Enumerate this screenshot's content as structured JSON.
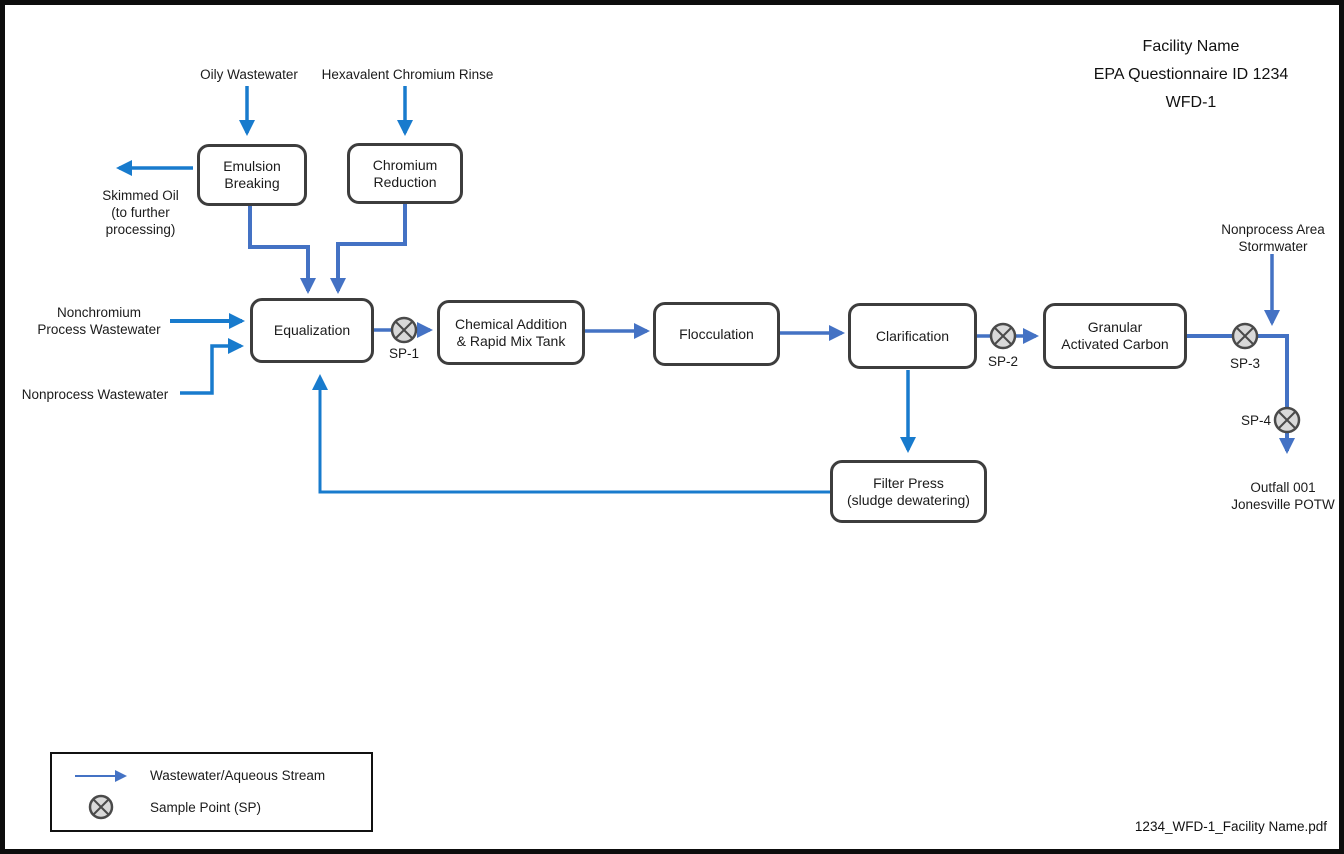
{
  "header": {
    "facility_name": "Facility Name",
    "questionnaire_id": "EPA Questionnaire ID 1234",
    "diagram_id": "WFD-1"
  },
  "footer": {
    "filename": "1234_WFD-1_Facility Name.pdf"
  },
  "boxes": {
    "emulsion_breaking": {
      "label": "Emulsion\nBreaking"
    },
    "chromium_reduction": {
      "label": "Chromium\nReduction"
    },
    "equalization": {
      "label": "Equalization"
    },
    "chemical_addition": {
      "label": "Chemical Addition\n& Rapid Mix Tank"
    },
    "flocculation": {
      "label": "Flocculation"
    },
    "clarification": {
      "label": "Clarification"
    },
    "granular_activated_carbon": {
      "label": "Granular\nActivated Carbon"
    },
    "filter_press": {
      "label": "Filter Press\n(sludge dewatering)"
    }
  },
  "streams": {
    "oily_wastewater": {
      "label": "Oily Wastewater"
    },
    "hexavalent_chromium_rinse": {
      "label": "Hexavalent Chromium Rinse"
    },
    "skimmed_oil": {
      "label": "Skimmed Oil\n(to further\nprocessing)"
    },
    "nonchromium_process_wastewater": {
      "label": "Nonchromium\nProcess Wastewater"
    },
    "nonprocess_wastewater": {
      "label": "Nonprocess Wastewater"
    },
    "nonprocess_area_stormwater": {
      "label": "Nonprocess Area\nStormwater"
    },
    "outfall": {
      "label": "Outfall 001\nJonesville POTW"
    }
  },
  "sample_points": {
    "sp1": {
      "label": "SP-1"
    },
    "sp2": {
      "label": "SP-2"
    },
    "sp3": {
      "label": "SP-3"
    },
    "sp4": {
      "label": "SP-4"
    }
  },
  "legend": {
    "stream_label": "Wastewater/Aqueous Stream",
    "sample_point_label": "Sample Point (SP)"
  },
  "colors": {
    "stream_bright_blue": "#187bcd",
    "connector_blue": "#4472c4",
    "box_border": "#3d3d3d",
    "sample_point_fill": "#d9d9d9",
    "sample_point_stroke": "#4a4a4a",
    "page_border": "#0d0d0d"
  }
}
